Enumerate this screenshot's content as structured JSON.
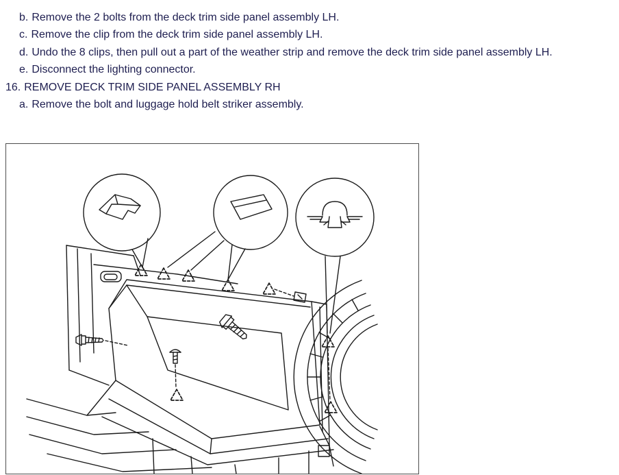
{
  "page": {
    "background": "#ffffff",
    "text_color": "#1e1e50"
  },
  "instructions": {
    "lines": [
      {
        "label": "b.",
        "text": "Remove the 2 bolts from the deck trim side panel assembly LH."
      },
      {
        "label": "c.",
        "text": "Remove the clip from the deck trim side panel assembly LH."
      },
      {
        "label": "d.",
        "text": "Undo the 8 clips, then pull out a part of the weather strip and remove the deck trim side panel assembly LH."
      },
      {
        "label": "e.",
        "text": "Disconnect the lighting connector."
      },
      {
        "label": "16.",
        "text": "REMOVE DECK TRIM SIDE PANEL ASSEMBLY RH"
      },
      {
        "label": "a.",
        "text": "Remove the bolt and luggage hold belt striker assembly."
      }
    ]
  },
  "figure": {
    "line_color": "#1b1b1b",
    "border_color": "#4d4d4d",
    "callouts": [
      {
        "name": "trim-clip-side-view-icon"
      },
      {
        "name": "trim-clip-top-view-icon"
      },
      {
        "name": "push-clip-cross-section-icon"
      }
    ]
  }
}
